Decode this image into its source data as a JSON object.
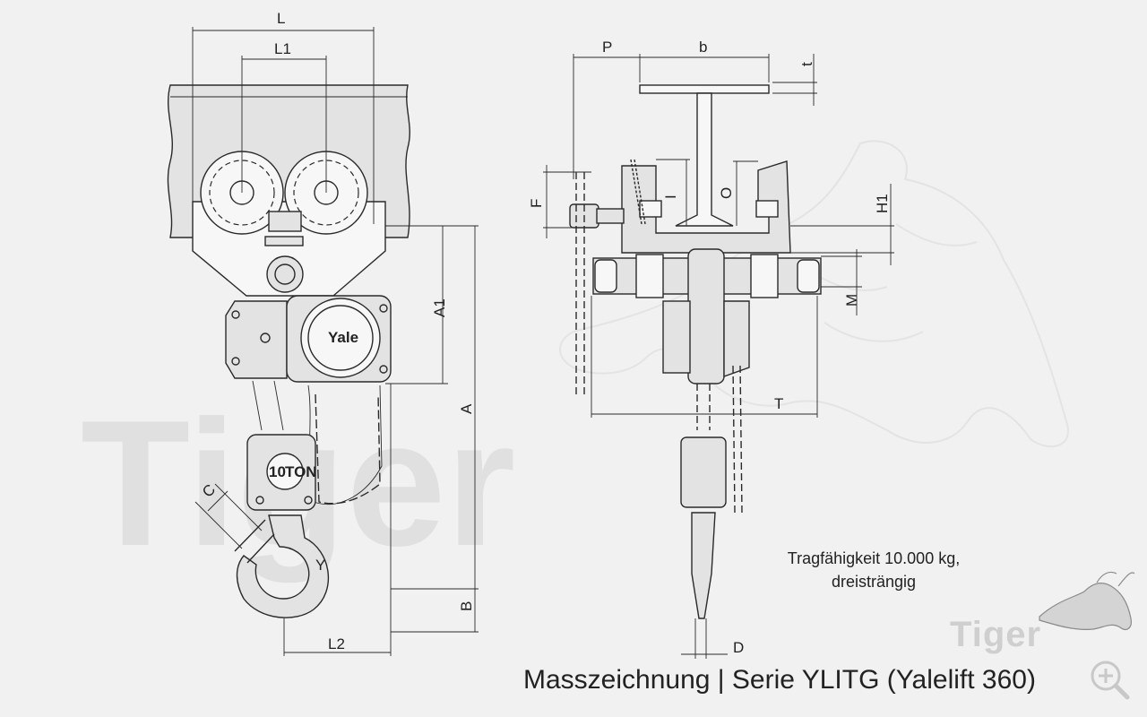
{
  "caption": "Masszeichnung | Serie YLITG (Yalelift 360)",
  "capacity_line1": "Tragfähigkeit 10.000 kg,",
  "capacity_line2": "dreisträngig",
  "logo_text": "Tiger",
  "watermark_text": "Tiger",
  "hoist_labels": {
    "brand": "Yale",
    "rating": "10",
    "rating_unit": "TON",
    "hook_mark": "Y"
  },
  "dimensions": {
    "L": "L",
    "L1": "L1",
    "L2": "L2",
    "A": "A",
    "A1": "A1",
    "B": "B",
    "C": "C",
    "P": "P",
    "b": "b",
    "t": "t",
    "F": "F",
    "I": "I",
    "O": "O",
    "H1": "H1",
    "M": "M",
    "T": "T",
    "D": "D"
  },
  "icons": {
    "zoom": "zoom-plus-icon",
    "logo": "tiger-logo-icon",
    "watermark": "tiger-watermark-icon"
  }
}
